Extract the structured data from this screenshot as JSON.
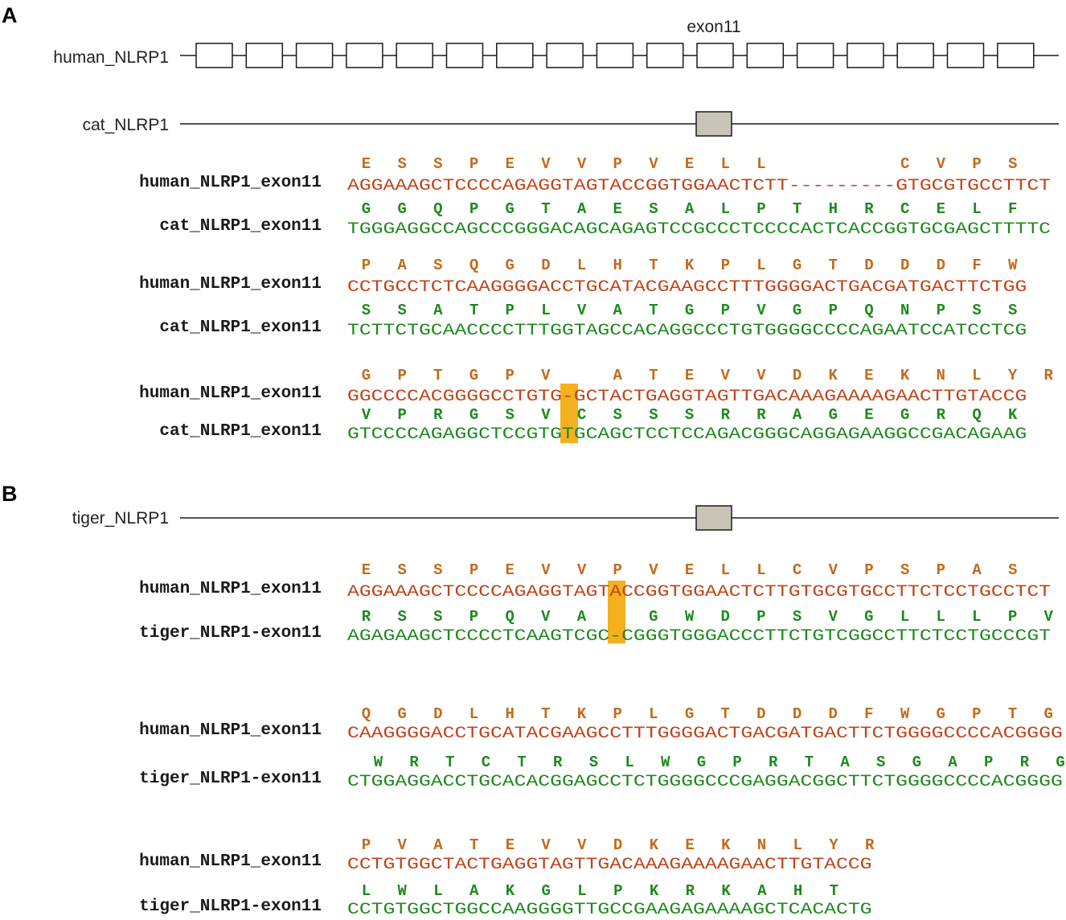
{
  "colors": {
    "human": "#c0441a",
    "human_aa": "#c46a1a",
    "other": "#1e8a1e",
    "highlight": "#f5b01e",
    "exon_fill": "#c8c5b8",
    "line": "#1a1a1a"
  },
  "panels": [
    {
      "letter": "A",
      "genes": [
        {
          "name": "human_NLRP1",
          "exon_label": "exon11",
          "exon_count": 17,
          "highlight_exon": 11
        },
        {
          "name": "cat_NLRP1",
          "exon_count": 1
        }
      ],
      "blocks": [
        {
          "rows": [
            {
              "label": "human_NLRP1_exon11",
              "species": "human",
              "aa": "E  S  S  P  E  V  V  P  V  E  L  L           C  V  P  S ",
              "seq": "AGGAAAGCTCCCCAGAGGTAGTACCGGTGGAACTCTT---------GTGCGTGCCTTCT"
            },
            {
              "label": "cat_NLRP1_exon11",
              "species": "other",
              "aa": "G  G  Q  P  G  T  A  E  S  A  L  P  T  H  R  C  E  L  F ",
              "seq": "TGGGAGGCCAGCCCGGGACAGCAGAGTCCGCCCTCCCCACTCACCGGTGCGAGCTTTTC"
            }
          ]
        },
        {
          "rows": [
            {
              "label": "human_NLRP1_exon11",
              "species": "human",
              "aa": "P  A  S  Q  G  D  L  H  T  K  P  L  G  T  D  D  D  F  W ",
              "seq": "CCTGCCTCTCAAGGGGACCTGCATACGAAGCCTTTGGGGACTGACGATGACTTCTGG"
            },
            {
              "label": "cat_NLRP1_exon11",
              "species": "other",
              "aa": "S  S  A  T  P  L  V  A  T  G  P  V  G  P  Q  N  P  S  S ",
              "seq": "TCTTCTGCAACCCCTTTGGTAGCCACAGGCCCTGTGGGGCCCCAGAATCCATCCTCG"
            }
          ]
        },
        {
          "highlight_col": 13,
          "rows": [
            {
              "label": "human_NLRP1_exon11",
              "species": "human",
              "aa": "G  P  T  G  P  V     A  T  E  V  V  D  K  E  K  N  L  Y  R ",
              "seq": "GGCCCCACGGGGCCTGTG-GCTACTGAGGTAGTTGACAAAGAAAAGAACTTGTACCG"
            },
            {
              "label": "cat_NLRP1_exon11",
              "species": "other",
              "aa": "V  P  R  G  S  V  C  S  S  S  R  R  A  G  E  G  R  Q  K ",
              "seq": "GTCCCCAGAGGCTCCGTGTGCAGCTCCTCCAGACGGGCAGGAGAAGGCCGACAGAAG"
            }
          ]
        }
      ]
    },
    {
      "letter": "B",
      "genes": [
        {
          "name": "tiger_NLRP1",
          "exon_count": 1
        }
      ],
      "blocks": [
        {
          "highlight_col": 15,
          "rows": [
            {
              "label": "human_NLRP1_exon11",
              "species": "human",
              "aa": "E  S  S  P  E  V  V  P  V  E  L  L  C  V  P  S  P  A  S ",
              "seq": "AGGAAAGCTCCCCAGAGGTAGTACCGGTGGAACTCTTGTGCGTGCCTTCTCCTGCCTCT"
            },
            {
              "label": "tiger_NLRP1-exon11",
              "species": "other",
              "aa": "R  S  S  P  Q  V  A     G  W  D  P  S  V  G  L  L  L  P  V ",
              "seq": "AGAGAAGCTCCCCTCAAGTCGC-CGGGTGGGACCCTTCTGTCGGCCTTCTCCTGCCCGT"
            }
          ]
        },
        {
          "rows": [
            {
              "label": "human_NLRP1_exon11",
              "species": "human",
              "aa": "Q  G  D  L  H  T  K  P  L  G  T  D  D  D  F  W  G  P  T  G ",
              "seq": "CAAGGGGACCTGCATACGAAGCCTTTGGGGACTGACGATGACTTCTGGGGCCCCACGGGG"
            },
            {
              "label": "tiger_NLRP1-exon11",
              "species": "other",
              "aa": " W  R  T  C  T  R  S  L  W  G  P  R  T  A  S  G  A  P  R  G",
              "seq": "CTGGAGGACCTGCACACGGAGCCTCTGGGGCCCGAGGACGGCTTCTGGGGCCCCACGGGG"
            }
          ]
        },
        {
          "rows": [
            {
              "label": "human_NLRP1_exon11",
              "species": "human",
              "aa": "P  V  A  T  E  V  V  D  K  E  K  N  L  Y  R ",
              "seq": "CCTGTGGCTACTGAGGTAGTTGACAAAGAAAAGAACTTGTACCG"
            },
            {
              "label": "tiger_NLRP1-exon11",
              "species": "other",
              "aa": "L  W  L  A  K  G  L  P  K  R  K  A  H  T ",
              "seq": "CCTGTGGCTGGCCAAGGGGTTGCCGAAGAGAAAAGCTCACACTG"
            }
          ]
        }
      ]
    }
  ]
}
